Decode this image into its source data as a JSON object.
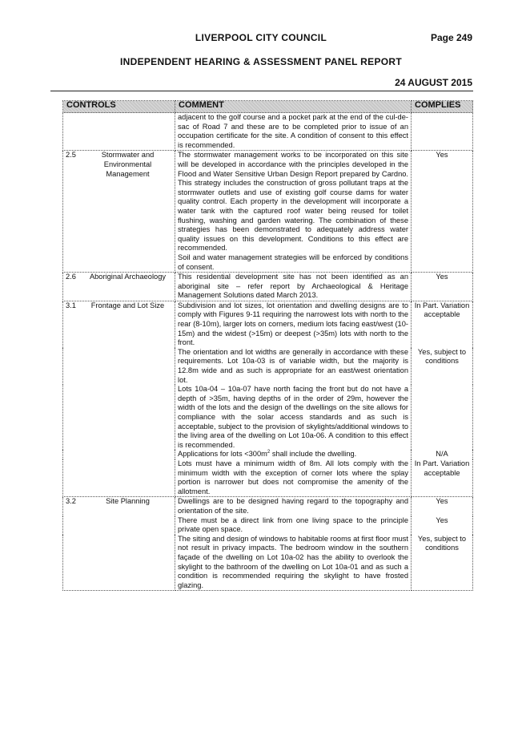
{
  "header": {
    "council": "LIVERPOOL CITY COUNCIL",
    "page": "Page 249",
    "title": "INDEPENDENT HEARING & ASSESSMENT PANEL REPORT",
    "date": "24 AUGUST 2015"
  },
  "table": {
    "headers": [
      "CONTROLS",
      "COMMENT",
      "COMPLIES"
    ],
    "continued_comment": "adjacent to the golf course and a pocket park at the end of the cul-de-sac of Road 7 and these are to be completed prior to issue of an occupation certificate for the site. A condition of consent to this effect is recommended.",
    "r25": {
      "num": "2.5",
      "label": "Stormwater and Environmental Management",
      "p1": "The stormwater management works to be incorporated on this site will be developed in accordance with the principles developed in the Flood and Water Sensitive Urban Design Report prepared by Cardno. This strategy includes the construction of gross pollutant traps at the stormwater outlets and use of existing golf course dams for water quality control. Each property in the development will incorporate a water tank with the captured roof water being reused for toilet flushing, washing and garden watering. The combination of these strategies has been demonstrated to adequately address water quality issues on this development. Conditions to this effect are recommended.",
      "p2": "Soil and water management strategies will be enforced by conditions of consent.",
      "complies": "Yes"
    },
    "r26": {
      "num": "2.6",
      "label": "Aboriginal Archaeology",
      "p1": "This residential development site has not been identified as an aboriginal site – refer report by Archaeological & Heritage Management Solutions dated March 2013.",
      "complies": "Yes"
    },
    "r31": {
      "num": "3.1",
      "label": "Frontage and Lot Size",
      "p1": "Subdivision and lot sizes, lot orientation and dwelling designs are to comply with Figures 9-11 requiring the narrowest lots with north to the rear (8-10m), larger lots on corners, medium lots facing east/west (10-15m) and the widest (>15m) or deepest (>35m) lots with north to the front.",
      "c1": "In Part. Variation acceptable",
      "p2": "The orientation and lot widths are generally in accordance with these requirements. Lot 10a-03 is of variable width, but the majority is 12.8m wide and as such is appropriate for an east/west orientation lot.",
      "c2": "Yes, subject to conditions",
      "p3": "Lots 10a-04 – 10a-07 have north facing the front but do not have a depth of >35m, having depths of in the order of 29m, however the width of the lots and the design of the dwellings on the site allows for compliance with the solar access standards and as such is acceptable, subject to the provision of skylights/additional windows to the living area of the dwelling on Lot 10a-06. A condition to this effect is recommended.",
      "p4a": "Applications for lots <300m",
      "p4sup": "2",
      "p4b": " shall include the dwelling.",
      "c4": "N/A",
      "p5": "Lots must have a minimum width of 8m. All lots comply with the minimum width with the exception of corner lots where the splay portion is narrower but does not compromise the amenity of the allotment.",
      "c5": "In Part. Variation acceptable"
    },
    "r32": {
      "num": "3.2",
      "label": "Site Planning",
      "p1": "Dwellings are to be designed having regard to the topography and orientation of the site.",
      "c1": "Yes",
      "p2": "There must be a direct link from one living space to the principle private open space.",
      "c2": "Yes",
      "p3": "The siting and design of windows to habitable rooms at first floor must not result in privacy impacts. The bedroom window in the southern façade of the dwelling on Lot 10a-02 has the ability to overlook the skylight to the bathroom of the dwelling on Lot 10a-01 and as such a condition is recommended requiring the skylight to have frosted glazing.",
      "c3": "Yes, subject to conditions"
    }
  }
}
